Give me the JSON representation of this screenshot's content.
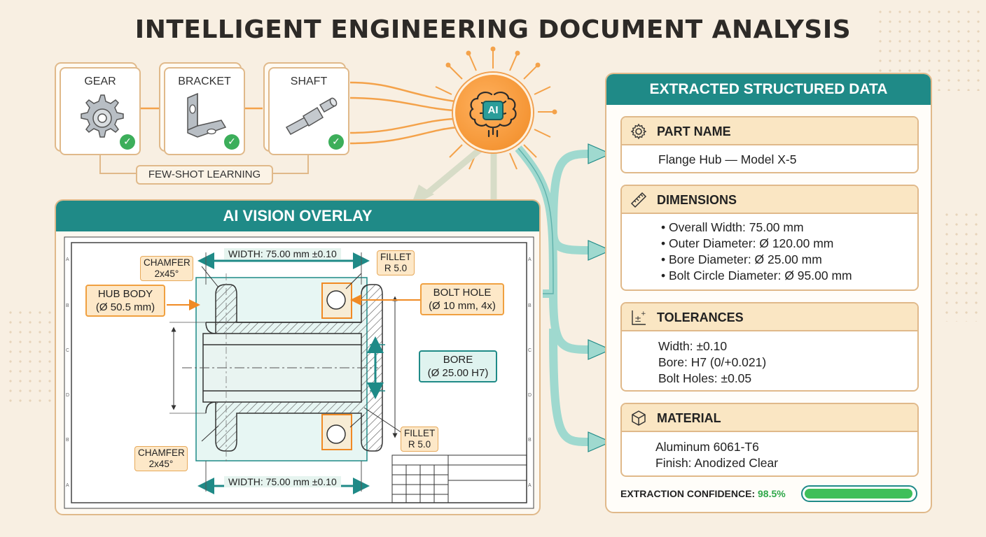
{
  "title": "INTELLIGENT ENGINEERING DOCUMENT ANALYSIS",
  "examples": {
    "cards": [
      {
        "label": "GEAR",
        "icon": "gear-icon"
      },
      {
        "label": "BRACKET",
        "icon": "bracket-icon"
      },
      {
        "label": "SHAFT",
        "icon": "shaft-icon"
      }
    ],
    "caption": "FEW-SHOT LEARNING"
  },
  "ai_badge": "AI",
  "overlay": {
    "title": "AI VISION OVERLAY",
    "width_top": "WIDTH: 75.00 mm ±0.10",
    "width_bottom": "WIDTH: 75.00 mm ±0.10",
    "chamfer_top_1": "CHAMFER",
    "chamfer_top_2": "2x45°",
    "chamfer_bottom_1": "CHAMFER",
    "chamfer_bottom_2": "2x45°",
    "fillet_top_1": "FILLET",
    "fillet_top_2": "R 5.0",
    "fillet_bottom_1": "FILLET",
    "fillet_bottom_2": "R 5.0",
    "hub_body_1": "HUB BODY",
    "hub_body_2": "(Ø 50.5 mm)",
    "bolt_hole_1": "BOLT HOLE",
    "bolt_hole_2": "(Ø 10 mm, 4x)",
    "bore_1": "BORE",
    "bore_2": "(Ø 25.00 H7)"
  },
  "extracted": {
    "title": "EXTRACTED STRUCTURED DATA",
    "sections": {
      "part_name": {
        "title": "PART NAME",
        "icon": "gear-icon",
        "value": "Flange Hub — Model X-5"
      },
      "dimensions": {
        "title": "DIMENSIONS",
        "icon": "ruler-icon",
        "items": [
          "Overall Width: 75.00 mm",
          "Outer Diameter: Ø 120.00 mm",
          "Bore Diameter: Ø 25.00 mm",
          "Bolt Circle Diameter: Ø 95.00 mm"
        ]
      },
      "tolerances": {
        "title": "TOLERANCES",
        "icon": "plus-minus-icon",
        "items": [
          "Width: ±0.10",
          "Bore: H7 (0/+0.021)",
          "Bolt Holes: ±0.05"
        ]
      },
      "material": {
        "title": "MATERIAL",
        "icon": "cube-icon",
        "items": [
          "Aluminum 6061-T6",
          "Finish: Anodized Clear"
        ]
      }
    },
    "confidence_label": "EXTRACTION CONFIDENCE:",
    "confidence_value": "98.5%",
    "confidence_fraction": 0.985
  },
  "colors": {
    "teal": "#1f8a87",
    "orange": "#f08a24",
    "cream": "#f8efe2",
    "green": "#3fbf5a"
  }
}
